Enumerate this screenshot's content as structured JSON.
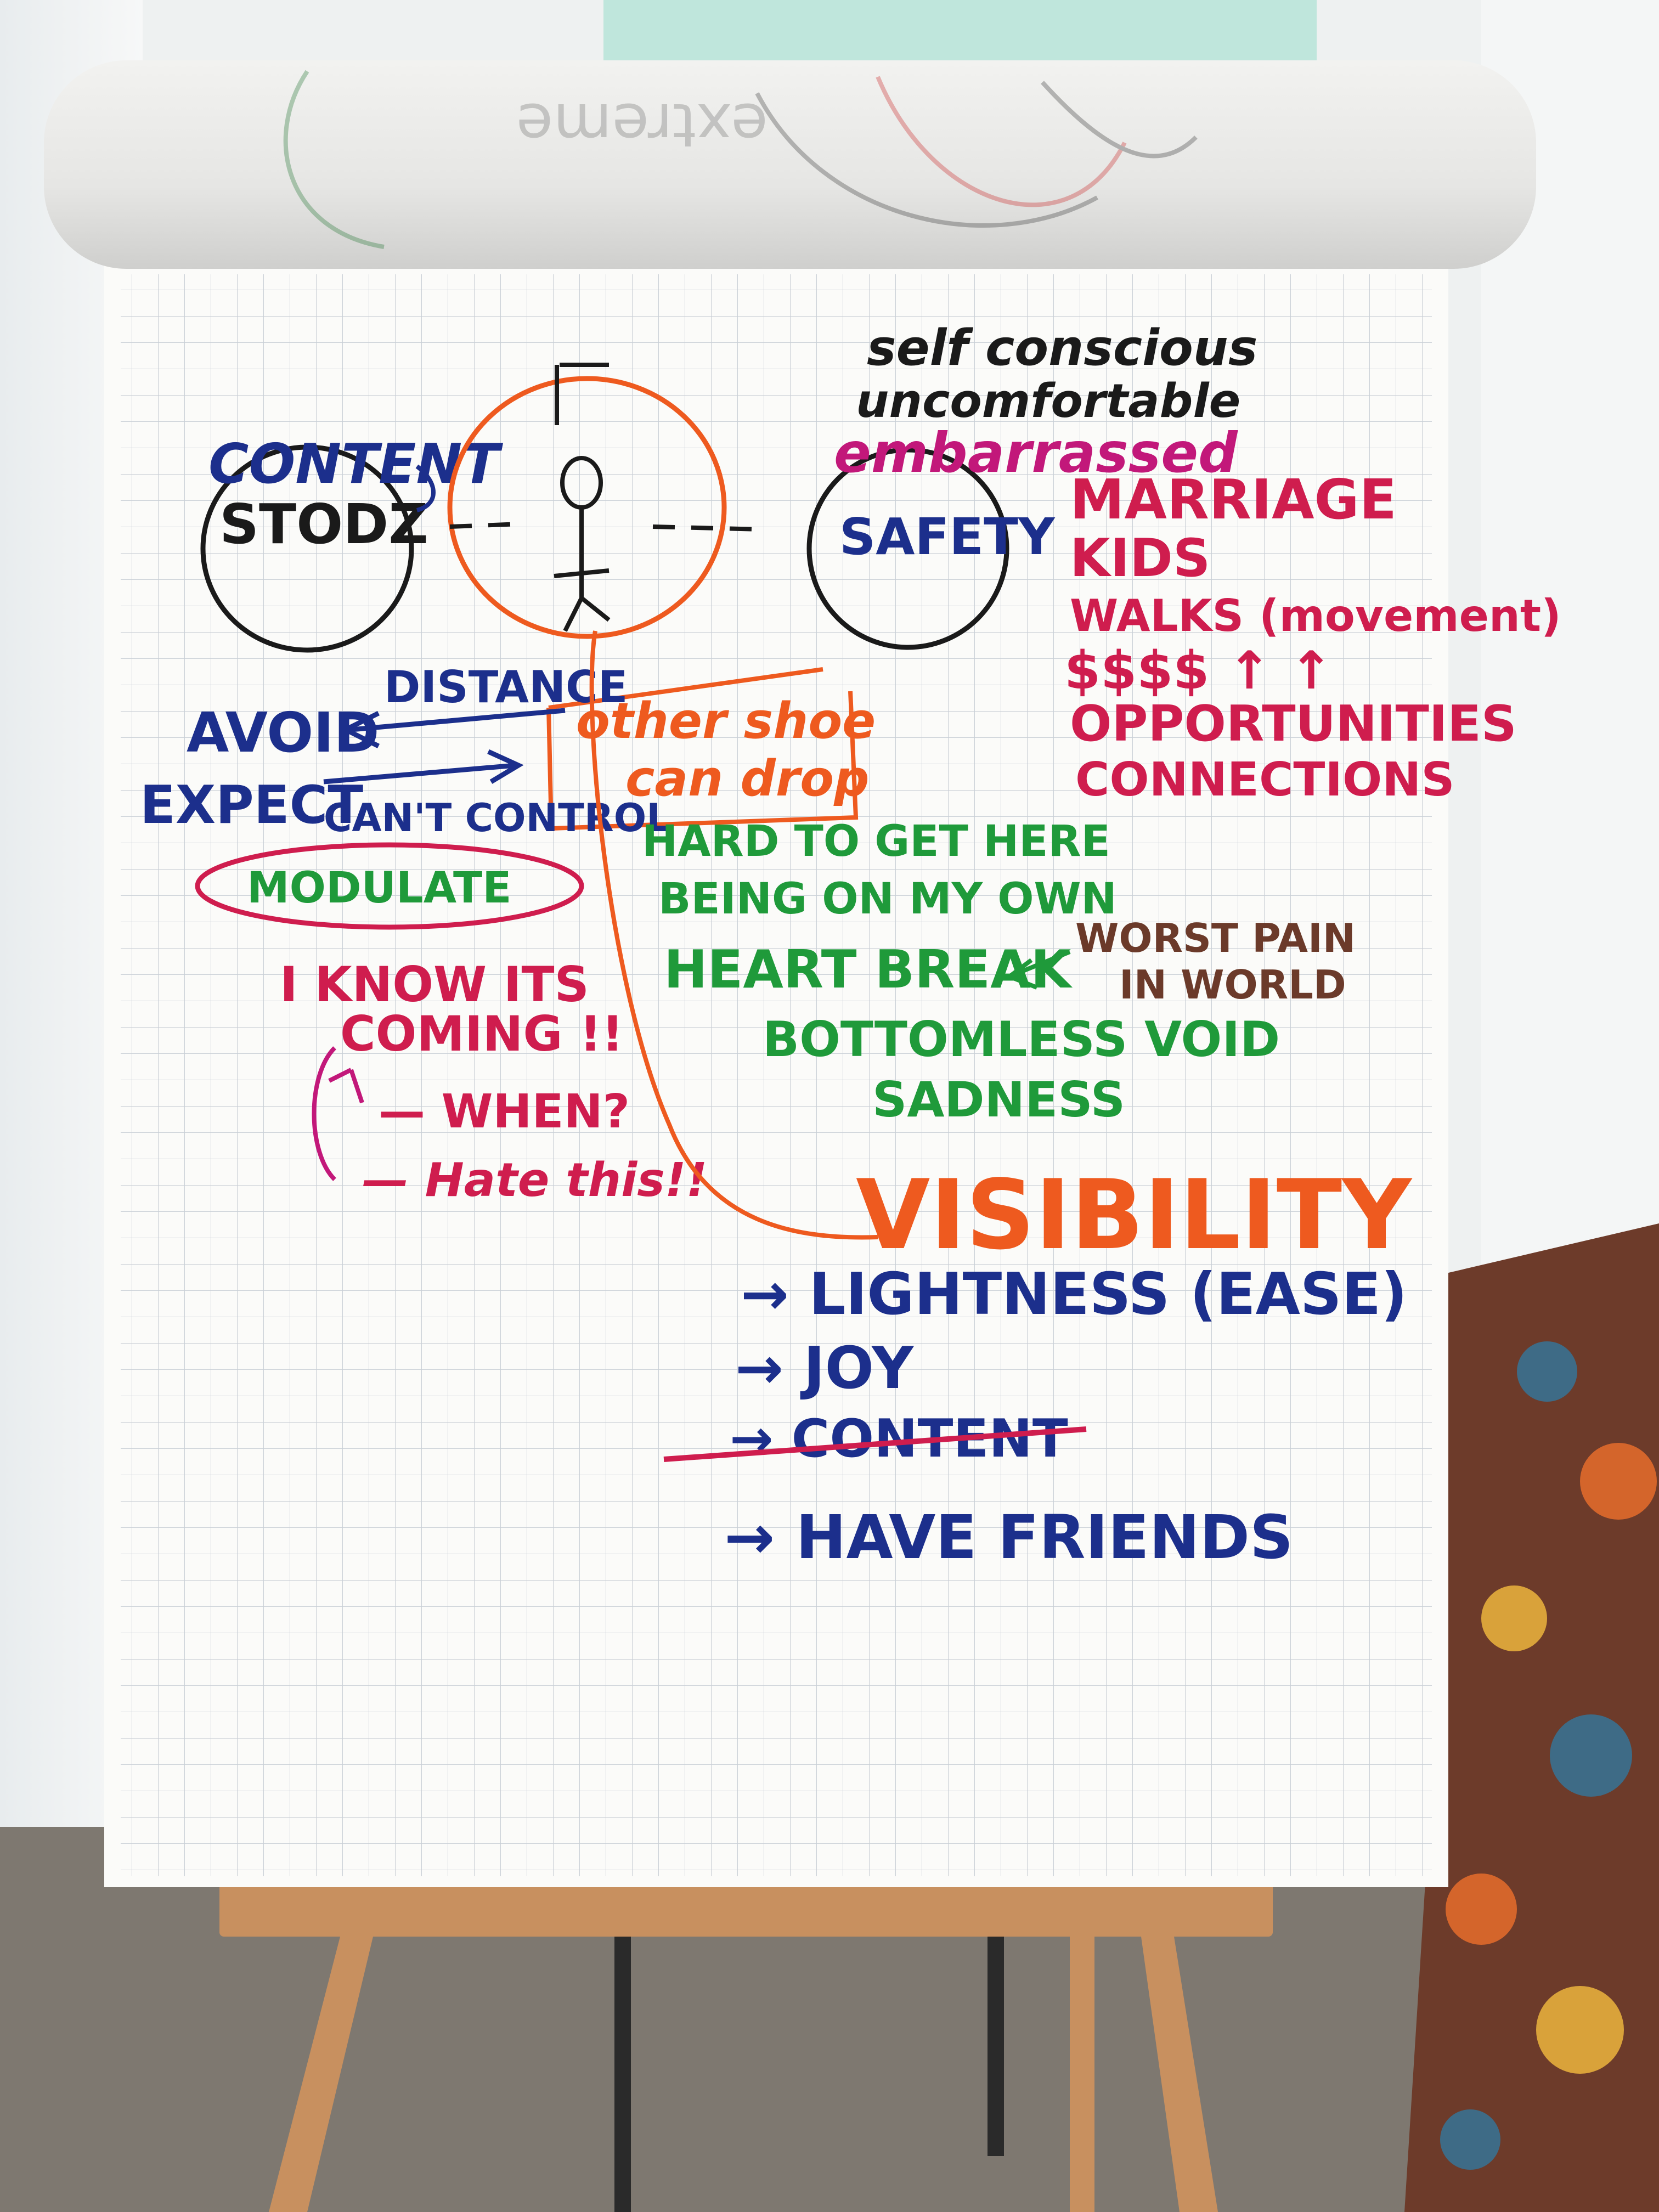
{
  "colors": {
    "blue": "#1c2f8c",
    "black": "#1a1a1a",
    "orange": "#ee5a1f",
    "red": "#cf1d4e",
    "magenta": "#c2187a",
    "green": "#1f9a3a",
    "brown": "#6b3a2a"
  },
  "left": {
    "content_label": "CONTENT",
    "stodz_label": "STODZ",
    "avoid": "AVOID",
    "distance": "DISTANCE",
    "expect": "EXPECT",
    "cant_control": "CAN'T CONTROL",
    "modulate": "MODULATE",
    "i_know": "I KNOW ITS",
    "coming": "COMING !!",
    "when": "— WHEN?",
    "hate_this": "— Hate this!!"
  },
  "center": {
    "other_shoe_1": "other shoe",
    "other_shoe_2": "can drop"
  },
  "right": {
    "self_conscious": "self conscious",
    "uncomfortable": "uncomfortable",
    "embarrassed": "embarrassed",
    "safety": "SAFETY",
    "marriage": "MARRIAGE",
    "kids": "KIDS",
    "walks": "WALKS (movement)",
    "money": "$$$$ ↑ ↑",
    "opportunities": "OPPORTUNITIES",
    "connections": "CONNECTIONS"
  },
  "middle": {
    "hard_to_get": "HARD TO GET HERE",
    "being_own": "BEING ON MY OWN",
    "heartbreak": "HEART BREAK",
    "worst_pain": "WORST PAIN",
    "in_world": "IN WORLD",
    "bottomless": "BOTTOMLESS VOID",
    "sadness": "SADNESS"
  },
  "bottom": {
    "visibility": "VISIBILITY",
    "lightness": "→ LIGHTNESS (EASE)",
    "joy": "→ JOY",
    "content": "→ CONTENT",
    "friends": "→ HAVE FRIENDS"
  },
  "roll": {
    "ghost_text": "extreme"
  }
}
